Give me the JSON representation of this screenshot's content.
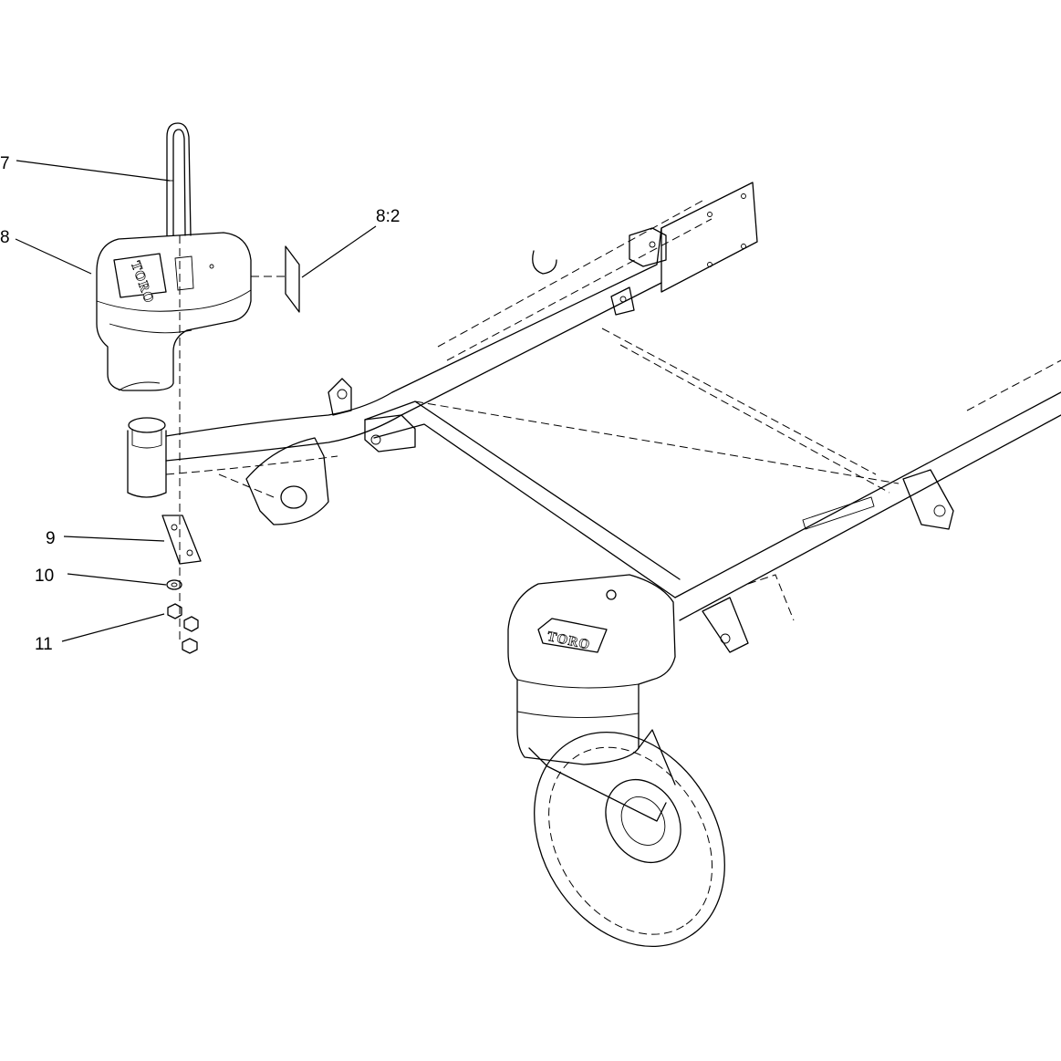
{
  "callouts": {
    "c7": "7",
    "c8": "8",
    "c8_2": "8:2",
    "c9": "9",
    "c10": "10",
    "c11": "11"
  },
  "decal": {
    "brand_left": "TORO",
    "brand_right": "TORO"
  },
  "colors": {
    "line": "#000000",
    "background": "#ffffff"
  }
}
